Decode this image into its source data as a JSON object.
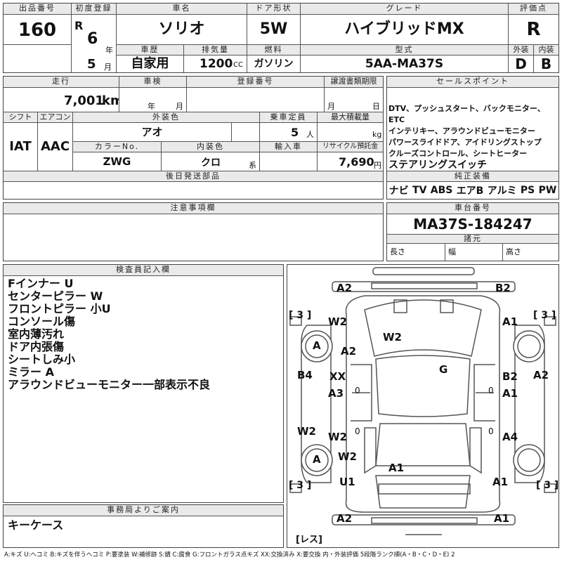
{
  "header": {
    "lot_no_label": "出品番号",
    "lot_no": "160",
    "first_reg_label": "初度登録",
    "era": "R",
    "reg_year": "6",
    "year_unit": "年",
    "reg_month": "5",
    "month_unit": "月",
    "car_name_label": "車名",
    "car_name": "ソリオ",
    "door_label": "ドア形状",
    "door": "5W",
    "grade_label": "グレード",
    "grade": "ハイブリッドMX",
    "score_label": "評価点",
    "score": "R",
    "history_label": "車歴",
    "history": "自家用",
    "displacement_label": "排気量",
    "displacement": "1200",
    "displacement_unit": "CC",
    "fuel_label": "燃料",
    "fuel": "ガソリン",
    "model_label": "型式",
    "model": "5AA-MA37S",
    "exterior_label": "外装",
    "exterior": "D",
    "interior_label": "内装",
    "interior": "B"
  },
  "row2": {
    "mileage_label": "走行",
    "mileage": "7,001",
    "mileage_unit": "km",
    "inspection_label": "車検",
    "insp_year_unit": "年",
    "insp_month_unit": "月",
    "reg_no_label": "登録番号",
    "transfer_label": "譲渡書類期限",
    "transfer_month_unit": "月",
    "transfer_day_unit": "日",
    "shift_label": "シフト",
    "shift": "IAT",
    "ac_label": "エアコン",
    "ac": "AAC",
    "color_label": "外装色",
    "color": "アオ",
    "capacity_label": "乗車定員",
    "capacity": "5",
    "capacity_unit": "人",
    "load_label": "最大積載量",
    "load_unit": "kg",
    "color_no_label": "カラーNo.",
    "color_no": "ZWG",
    "int_color_label": "内装色",
    "int_color": "クロ",
    "int_color_unit": "系",
    "import_label": "輸入車",
    "recycle_label": "リサイクル預託金",
    "recycle": "7,690",
    "recycle_unit": "円",
    "later_parts_label": "後日発送部品"
  },
  "sales": {
    "label": "セールスポイント",
    "lines": [
      "DTV、プッシュスタート、バックモニター、ETC",
      "インテリキー、アラウンドビューモニター",
      "パワースライドドア、アイドリングストップ",
      "クルーズコントロール、シートヒーター",
      "ステアリングスイッチ"
    ]
  },
  "equipment": {
    "label": "純正装備",
    "items": [
      "ナビ",
      "TV",
      "ABS",
      "エアB",
      "アルミ",
      "PS",
      "PW"
    ]
  },
  "caution": {
    "label": "注意事項欄"
  },
  "chassis": {
    "label": "車台番号",
    "number": "MA37S-184247",
    "spec_label": "諸元",
    "length_label": "長さ",
    "width_label": "幅",
    "height_label": "高さ"
  },
  "inspector": {
    "label": "検査員記入欄",
    "lines": [
      "Fインナー U",
      "センターピラー W",
      "フロントピラー 小U",
      "コンソール傷",
      "室内薄汚れ",
      "ドア内張傷",
      "シートしみ小",
      "ミラー A",
      "アラウンドビューモニター一部表示不良"
    ]
  },
  "office": {
    "label": "事務局よりご案内",
    "text": "キーケース"
  },
  "diagram": {
    "labels": [
      "A2",
      "B2",
      "[ 3 ]",
      "[ 3 ]",
      "W2",
      "A1",
      "A",
      "W2",
      "A2",
      "A",
      "B4",
      "XX",
      "G",
      "B2",
      "A2",
      "A3",
      "A1",
      "W2",
      "W2",
      "A4",
      "A",
      "W2",
      "A1",
      "[ 3 ]",
      "U1",
      "A1",
      "[ 3 ]",
      "A2",
      "A1",
      "[レス]"
    ]
  },
  "legend": "A:キズ U:ヘコミ B:キズを伴うヘコミ P:要塗装 W:補修跡 S:錆 C:腐食 G:フロントガラス点キズ XX:交換済み X:要交換 内・外装評価 5段階ランク順(A・B・C・D・E) 2"
}
